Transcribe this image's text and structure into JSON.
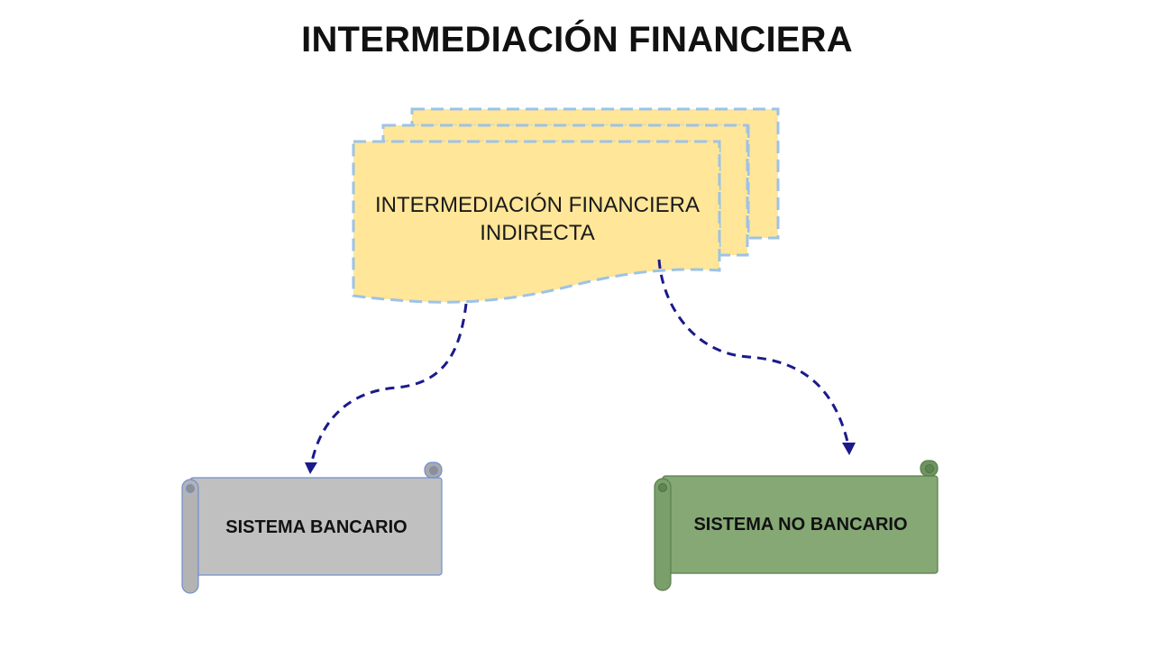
{
  "title": "INTERMEDIACIÓN FINANCIERA",
  "nodes": {
    "source": {
      "line1": "INTERMEDIACIÓN FINANCIERA",
      "line2": "INDIRECTA"
    },
    "left": {
      "label": "SISTEMA BANCARIO"
    },
    "right": {
      "label": "SISTEMA NO BANCARIO"
    }
  },
  "colors": {
    "document_fill": "#FFE699",
    "document_border": "#9DC3E6",
    "arrow": "#1A1A8C",
    "scroll_gray_fill": "#C0C0C0",
    "scroll_gray_border": "#6F8FD0",
    "scroll_green_fill": "#85A875",
    "scroll_green_border": "#5A7F4C"
  }
}
